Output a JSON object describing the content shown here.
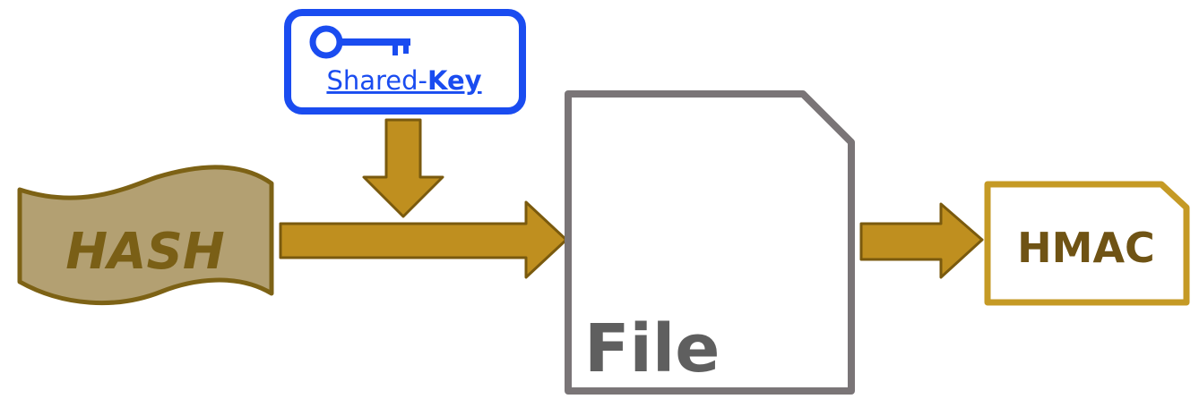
{
  "nodes": {
    "hash": {
      "label": "HASH"
    },
    "shared_key": {
      "label_prefix": "Shared-",
      "label_bold": "Key"
    },
    "file": {
      "label": "File"
    },
    "hmac": {
      "label": "HMAC"
    }
  },
  "colors": {
    "arrow_fill": "#bf8f1f",
    "arrow_stroke": "#7a5a0e",
    "hash_fill": "#b3a072",
    "hash_stroke": "#7d6215",
    "hash_text": "#7a5f16",
    "key_stroke": "#1a4cf0",
    "file_stroke": "#7a7577",
    "file_text": "#5f5f5f",
    "hmac_stroke": "#c59a25",
    "hmac_text": "#6f5314"
  }
}
